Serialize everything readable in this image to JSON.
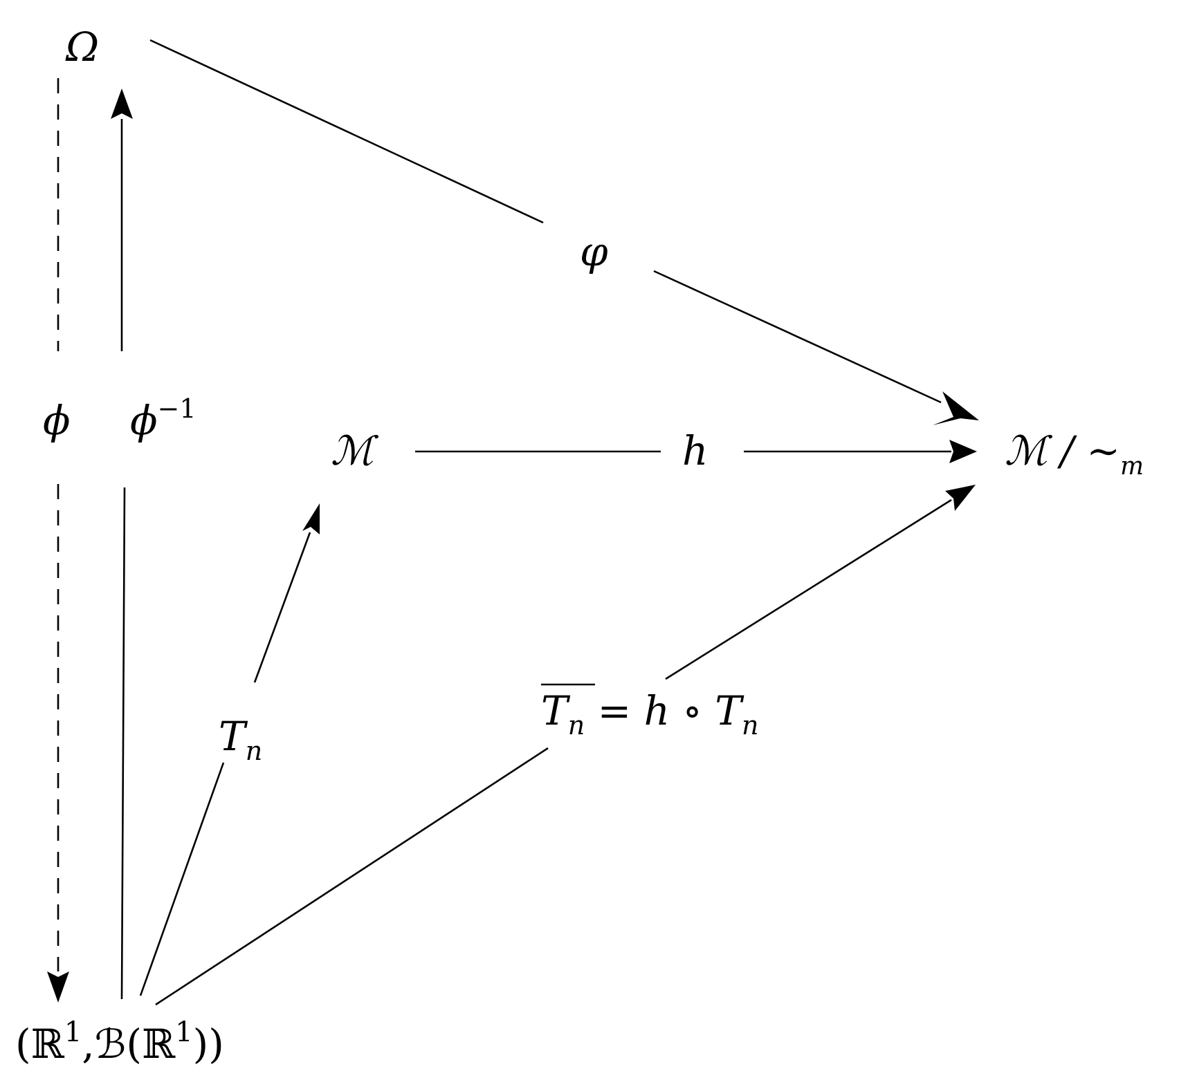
{
  "nodes": {
    "omega": "Ω",
    "m": "ℳ",
    "quotient_main": "ℳ / ∼",
    "quotient_sub": "m",
    "borel_a": "(ℝ",
    "borel_sup1": "1",
    "borel_b": ",ℬ(ℝ",
    "borel_sup2": "1",
    "borel_c": "))"
  },
  "edges": {
    "varphi": "φ",
    "phi": "ϕ",
    "phi_inv": "ϕ",
    "phi_inv_sup": "−1",
    "h": "h",
    "tn_main": "T",
    "tn_sub": "n",
    "tbar_main": "T",
    "tbar_sub": "n",
    "tbar_eq": " = h ∘ T",
    "tbar_eq_sub": "n"
  }
}
